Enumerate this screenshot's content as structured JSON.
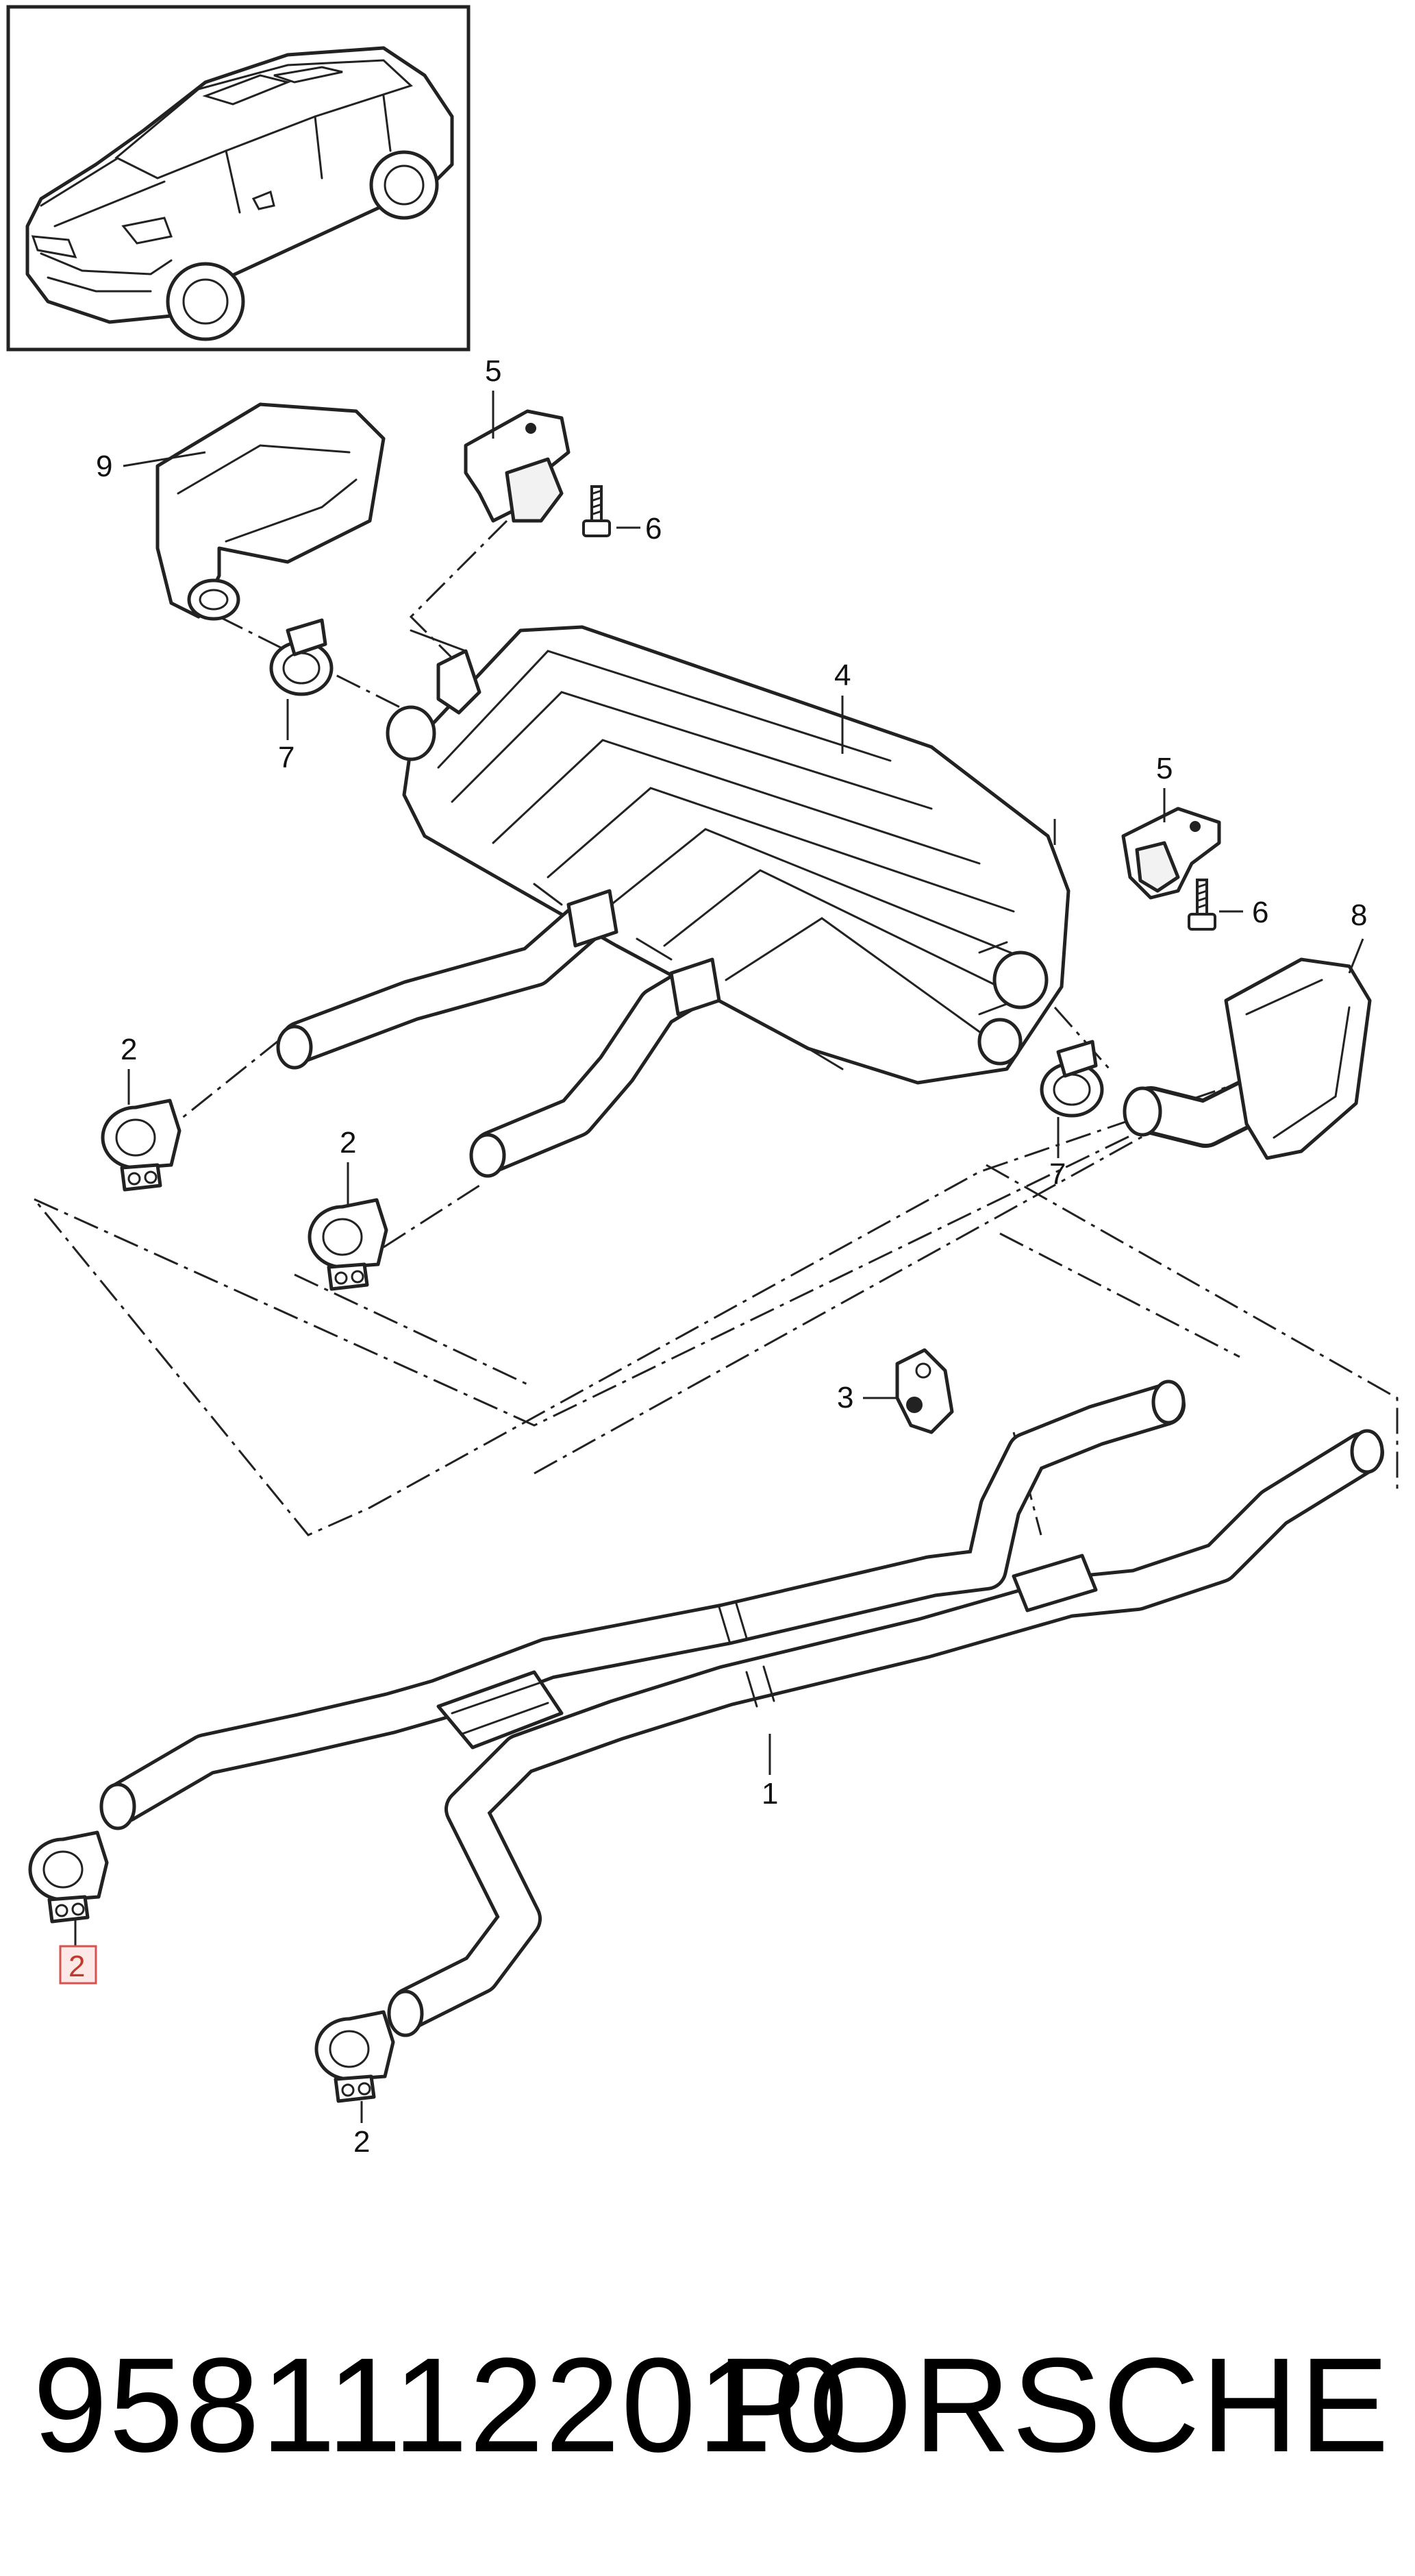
{
  "callouts": {
    "c1": "1",
    "c2a": "2",
    "c2b": "2",
    "c2c": "2",
    "c2d": "2",
    "c3": "3",
    "c4": "4",
    "c5a": "5",
    "c5b": "5",
    "c6a": "6",
    "c6b": "6",
    "c7a": "7",
    "c7b": "7",
    "c8": "8",
    "c9": "9"
  },
  "highlight_color": "#c0392b",
  "footer": {
    "part_number": "95811122010",
    "brand": "PORSCHE"
  }
}
